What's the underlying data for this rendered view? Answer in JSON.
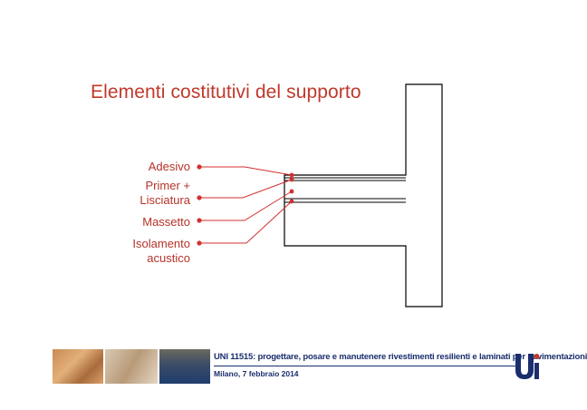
{
  "title": "Elementi costitutivi del supporto",
  "labels": {
    "adesivo": "Adesivo",
    "primer_line1": "Primer +",
    "primer_line2": "Lisciatura",
    "massetto": "Massetto",
    "isolamento_line1": "Isolamento",
    "isolamento_line2": "acustico"
  },
  "footer": {
    "title": "UNI 11515: progettare, posare e manutenere rivestimenti resilienti e laminati per pavimentazioni",
    "date": "Milano, 7 febbraio 2014",
    "logo_text": "UNI"
  },
  "colors": {
    "accent": "#c0392b",
    "leader": "#d32f2f",
    "outline": "#000000",
    "footer_text": "#1a2e6e"
  }
}
